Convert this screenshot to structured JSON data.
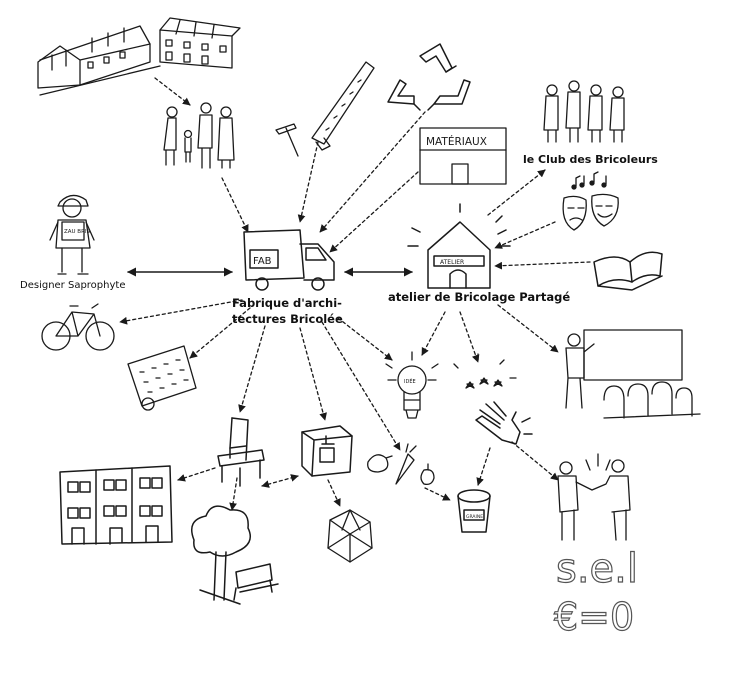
{
  "labels": {
    "designer": "Designer Saprophyte",
    "fab_line1": "Fabrique d'archi-",
    "fab_line2": "tectures Bricolée",
    "atelier": "atelier de Bricolage Partagé",
    "club": "le Club des Bricoleurs",
    "sel": "s.e.l",
    "euro": "€=0"
  },
  "sign_texts": {
    "truck": "FAB",
    "materials": "MATÉRIAUX",
    "atelier_sign": "ATELIER",
    "shirt": "ZAU BRIS",
    "bulb": "IDÉE",
    "bucket": "GRAINE"
  },
  "colors": {
    "ink": "#1a1a1a",
    "paper": "#ffffff",
    "sel_outline": "#555555"
  }
}
